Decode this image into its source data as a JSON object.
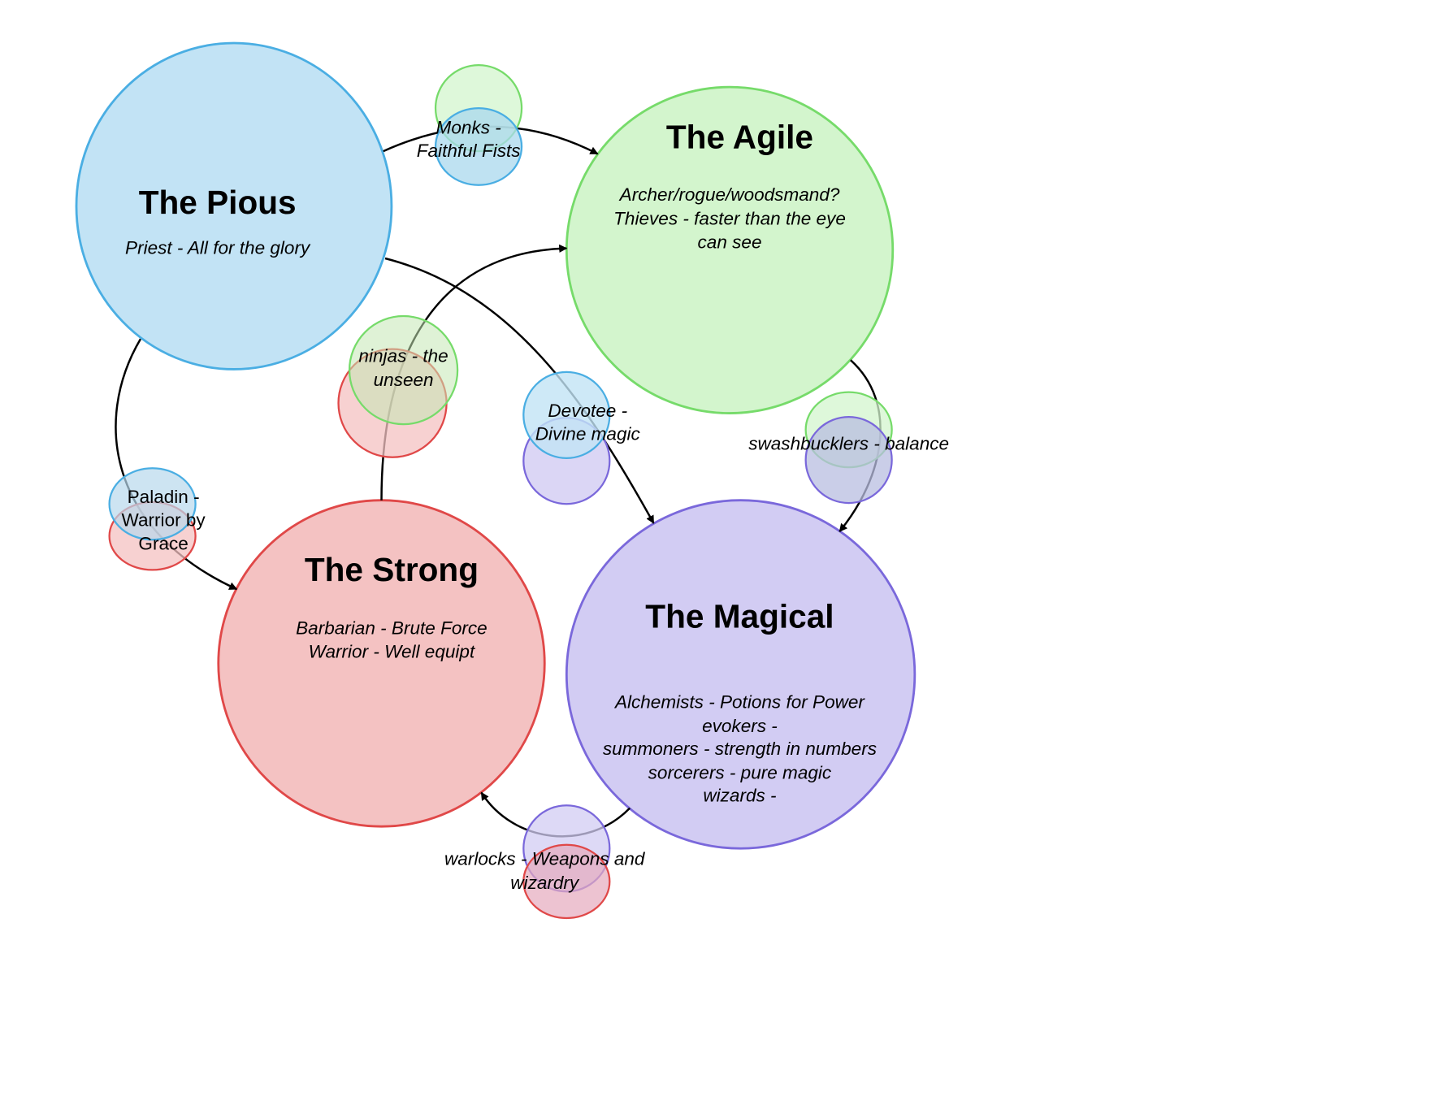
{
  "colors": {
    "blue_fill": "#c2e3f5",
    "blue_stroke": "#4aaee3",
    "green_fill": "#d3f5cd",
    "green_stroke": "#76db6a",
    "red_fill": "#f4c2c2",
    "red_stroke": "#e04848",
    "purple_fill": "#d2ccf3",
    "purple_stroke": "#7a68db"
  },
  "groups": {
    "pious": {
      "title": "The Pious",
      "lines": [
        "Priest - All for the glory"
      ]
    },
    "agile": {
      "title": "The Agile",
      "lines": [
        "Archer/rogue/woodsmand?",
        "Thieves - faster than the eye",
        "can see"
      ]
    },
    "strong": {
      "title": "The Strong",
      "lines": [
        "Barbarian - Brute Force",
        "Warrior - Well equipt"
      ]
    },
    "magical": {
      "title": "The Magical",
      "lines": [
        "Alchemists - Potions for Power",
        "evokers -",
        "summoners - strength in numbers",
        "sorcerers - pure magic",
        "wizards -"
      ]
    }
  },
  "hybrids": {
    "monks": {
      "lines": [
        "Monks -",
        "Faithful Fists"
      ]
    },
    "ninjas": {
      "lines": [
        "ninjas - the",
        "unseen"
      ]
    },
    "devotee": {
      "lines": [
        "Devotee -",
        "Divine magic"
      ]
    },
    "swashbucklers": {
      "lines": [
        "swashbucklers - balance"
      ]
    },
    "paladin": {
      "lines": [
        "Paladin -",
        "Warrior by",
        "Grace"
      ]
    },
    "warlocks": {
      "lines": [
        "warlocks - Weapons and",
        "wizardry"
      ]
    }
  }
}
